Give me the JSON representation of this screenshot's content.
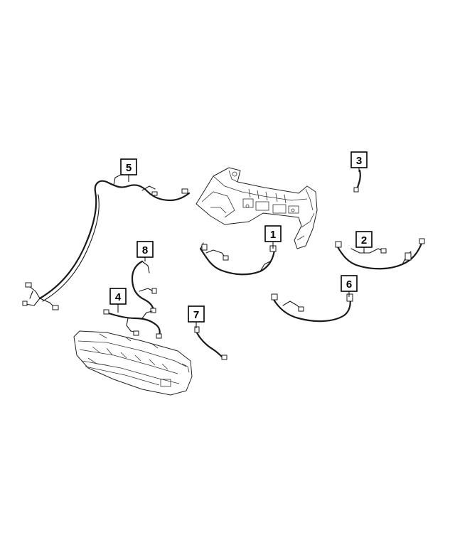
{
  "callouts": [
    {
      "id": "c1",
      "label": "1"
    },
    {
      "id": "c2",
      "label": "2"
    },
    {
      "id": "c3",
      "label": "3"
    },
    {
      "id": "c4",
      "label": "4"
    },
    {
      "id": "c5",
      "label": "5"
    },
    {
      "id": "c6",
      "label": "6"
    },
    {
      "id": "c7",
      "label": "7"
    },
    {
      "id": "c8",
      "label": "8"
    }
  ],
  "colors": {
    "line": "#1a1a1a",
    "background": "#ffffff"
  }
}
